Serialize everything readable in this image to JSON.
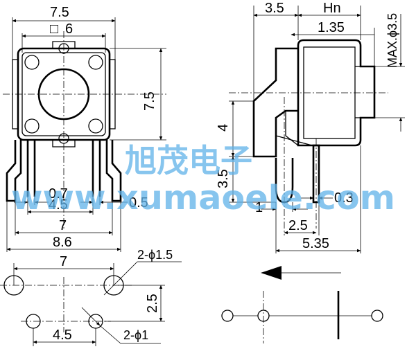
{
  "front_view": {
    "top_width": "7.5",
    "square_mark": "□",
    "body_width": "6",
    "height": "7.5",
    "pin_offset": "0.7",
    "pin_width": "0.5",
    "pin_pitch": "4.5",
    "pin_outer": "7",
    "overall_width": "8.6"
  },
  "side_view": {
    "left_offset": "3.5",
    "hn_label": "Hn",
    "cap_diameter": "MAX.ϕ3.5",
    "cap_offset": "1.35",
    "body_height": "4",
    "pin_height": "3.5",
    "pin_left": "1",
    "pin_thickness": "0.3",
    "pin_pitch": "2.5",
    "overall_depth": "5.35"
  },
  "footprint": {
    "pitch_x": "7",
    "mount_hole_label": "2-ϕ1.5",
    "pitch_y": "2.5",
    "pin_pitch": "4.5",
    "pin_hole_label": "2-ϕ1"
  },
  "watermark": {
    "chinese": "旭茂电子",
    "url": "www.xumaoele.com"
  },
  "colors": {
    "line": "#000000",
    "watermark": "#5fb2e8"
  }
}
